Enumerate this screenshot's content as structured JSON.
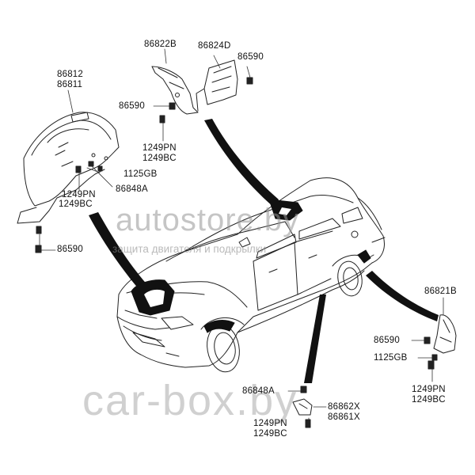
{
  "labels": {
    "p86812": "86812",
    "p86811": "86811",
    "p86822B": "86822B",
    "p86824D": "86824D",
    "p86590_top": "86590",
    "p86590_mid": "86590",
    "p1249PN_a": "1249PN",
    "p1249BC_a": "1249BC",
    "p1125GB_a": "1125GB",
    "p86848A_a": "86848A",
    "p1249PN_b": "1249PN",
    "p1249BC_b": "1249BC",
    "p86590_left": "86590",
    "p86821B": "86821B",
    "p86590_right": "86590",
    "p1125GB_b": "1125GB",
    "p1249PN_c": "1249PN",
    "p1249BC_c": "1249BC",
    "p86848A_b": "86848A",
    "p86862X": "86862X",
    "p86861X": "86861X",
    "p1249PN_d": "1249PN",
    "p1249BC_d": "1249BC"
  },
  "watermarks": {
    "main": "autostore.by",
    "sub": "защита двигателя и подкрылки",
    "bottom": "car-box.by"
  }
}
